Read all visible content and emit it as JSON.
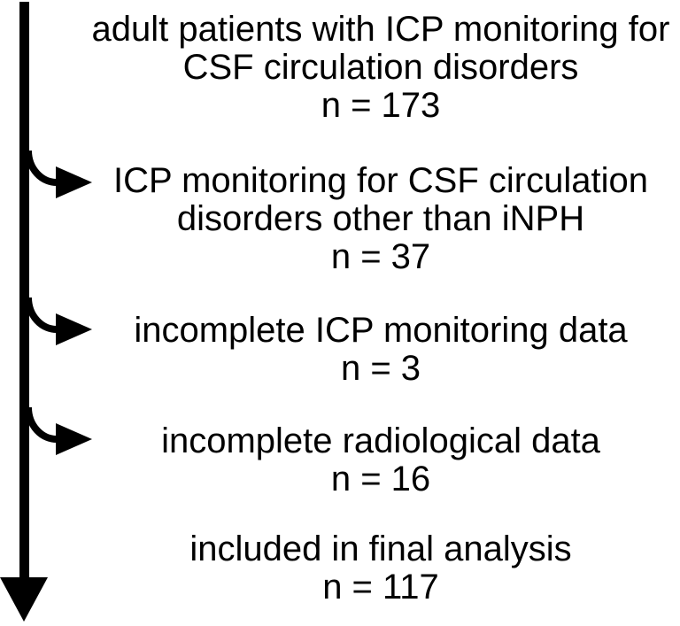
{
  "colors": {
    "ink": "#000000",
    "background": "#ffffff"
  },
  "icons": {
    "main_arrow": "down-arrow",
    "branch_arrow": "curved-right-arrow"
  },
  "steps": [
    {
      "lines": [
        "adult patients with ICP monitoring for",
        "CSF circulation disorders"
      ],
      "count": "n = 173"
    },
    {
      "lines": [
        "ICP monitoring for CSF circulation",
        "disorders other than iNPH"
      ],
      "count": "n = 37"
    },
    {
      "lines": [
        "incomplete ICP monitoring data"
      ],
      "count": "n = 3"
    },
    {
      "lines": [
        "incomplete radiological data"
      ],
      "count": "n = 16"
    },
    {
      "lines": [
        "included in final analysis"
      ],
      "count": "n = 117"
    }
  ]
}
